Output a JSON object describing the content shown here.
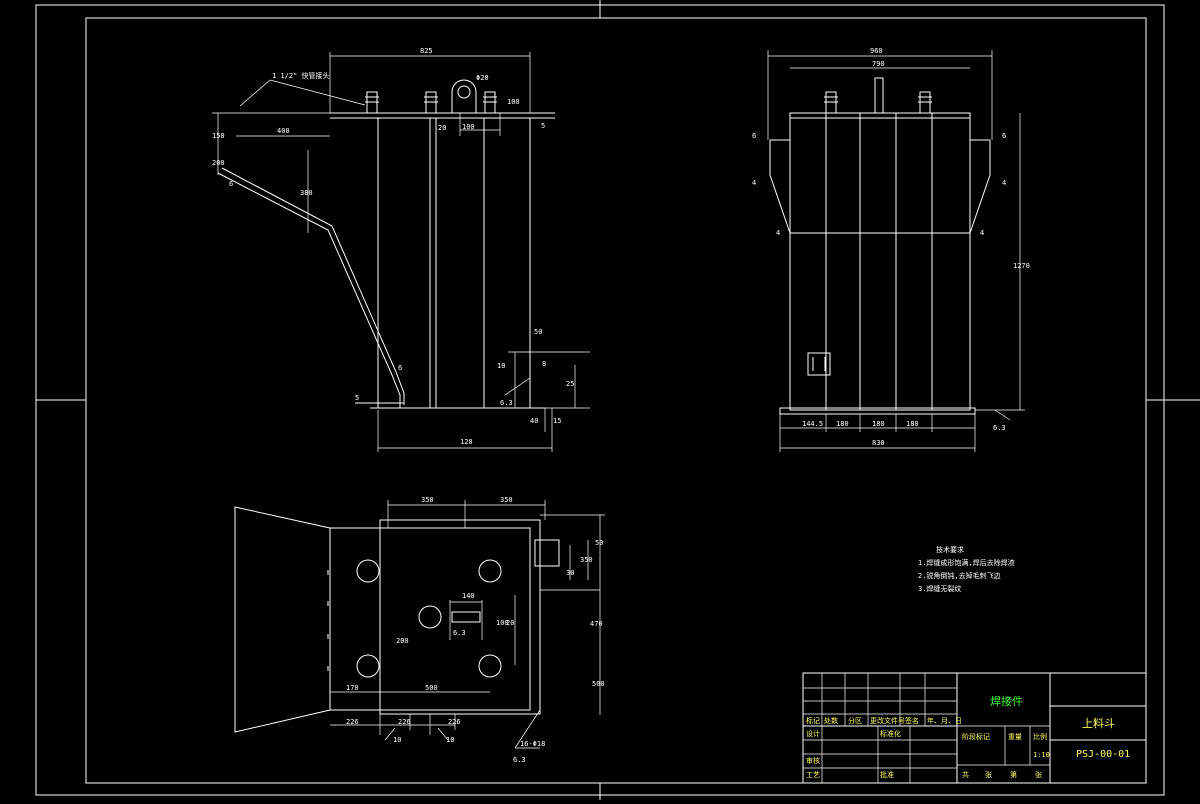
{
  "drawing": {
    "front_view": {
      "pipe_callout": "1 1/2\" 快管接头",
      "dims": {
        "top_width": "825",
        "left_top": "150",
        "left_mid": "200",
        "left_400": "400",
        "slope_v": "380",
        "hole_r": "Φ20",
        "h_100": "100",
        "h_20": "20",
        "h_5": "5",
        "base_width": "120",
        "s_5": "5",
        "s_50": "50",
        "s_10": "10",
        "s_25": "25",
        "s_15": "15",
        "s_40": "40",
        "s_6": "6",
        "weld": "6.3",
        "s_d": "8"
      }
    },
    "side_view": {
      "dims": {
        "top_outer": "960",
        "top_inner": "790",
        "height": "1270",
        "left_6": "6",
        "right_6": "6",
        "b1": "144.5",
        "b2": "180",
        "b3": "180",
        "b4": "180",
        "base": "830",
        "lbl_4a": "4",
        "lbl_4b": "4",
        "lbl_4c": "4",
        "lbl_4d": "4",
        "roughness": "6.3"
      }
    },
    "plan_view": {
      "dims": {
        "top_left": "350",
        "top_right": "350",
        "d_140": "140",
        "d_200": "200",
        "d_170": "170",
        "d_500": "500",
        "d_226a": "226",
        "d_226b": "226",
        "d_226c": "226",
        "d_10a": "10",
        "d_10b": "10",
        "r_470": "470",
        "r_350": "350",
        "r_50": "50",
        "r_30": "30",
        "r_100": "100",
        "r_20": "20",
        "hole_note": "16-Φ18",
        "weld": "6.3",
        "r_500": "500"
      }
    },
    "tech_notes": {
      "title": "技术要求",
      "items": [
        "1.焊缝成形饱满,焊后去除焊渣",
        "2.锐角倒钝,去掉毛刺飞边",
        "3.焊缝无裂纹"
      ]
    },
    "title_block": {
      "part_type": "焊接件",
      "part_name": "上料斗",
      "drawing_no": "PSJ-00-01",
      "scale": "1:10",
      "row_labels": [
        "标记",
        "处数",
        "分区",
        "更改文件号",
        "签名",
        "年、月、日"
      ],
      "design": "设计",
      "std": "标准化",
      "check": "审核",
      "process": "工艺",
      "approve": "批准",
      "stage_mark": "阶段标记",
      "weight": "重量",
      "ratio": "比例",
      "sheets_total": "共",
      "sheets_label": "张",
      "sheet_no": "第",
      "sheet_label": "张"
    }
  }
}
